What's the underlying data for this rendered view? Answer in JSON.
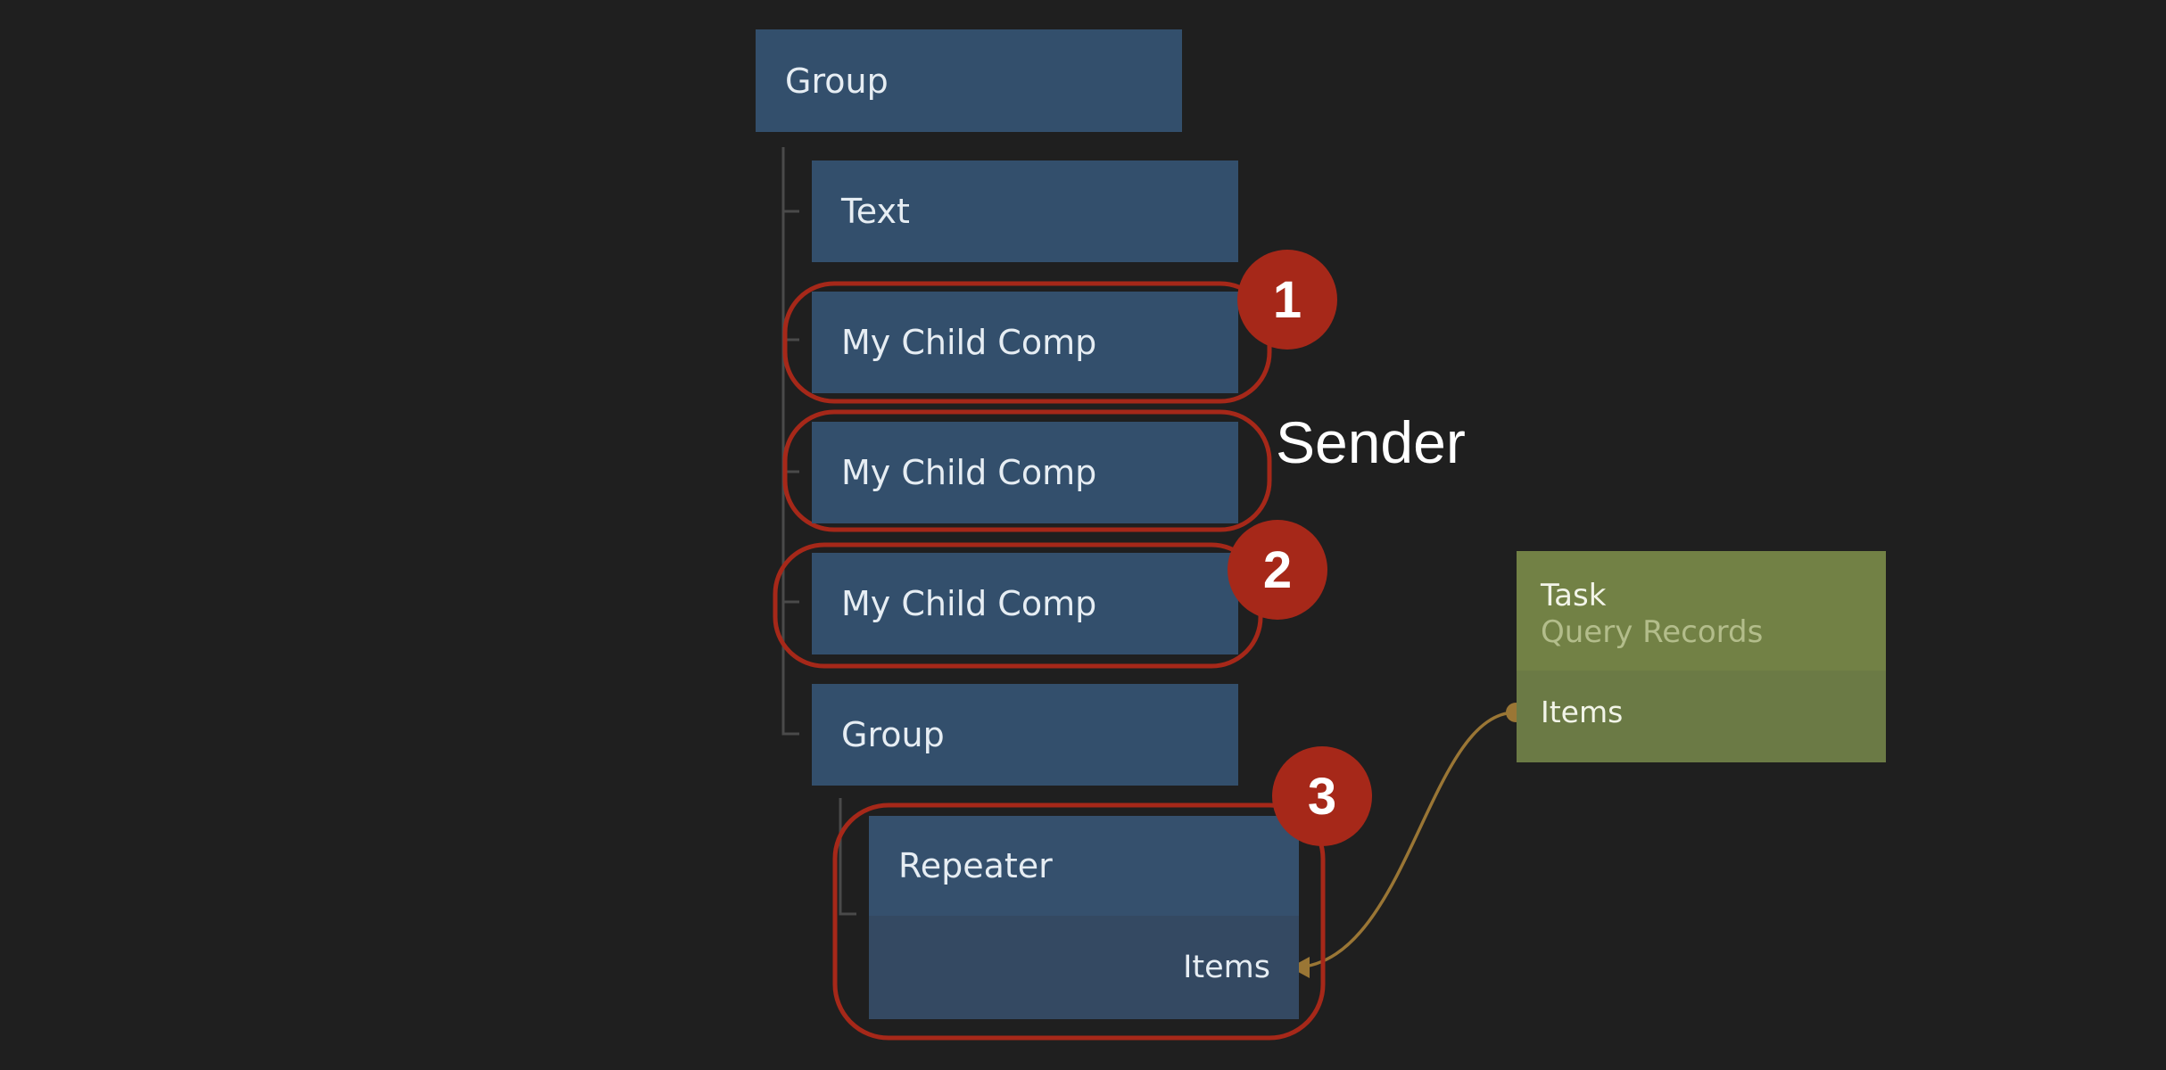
{
  "nodes": {
    "group_root": "Group",
    "text": "Text",
    "child_comp_1": "My Child Comp",
    "child_comp_2": "My Child Comp",
    "child_comp_3": "My Child Comp",
    "group_child": "Group",
    "repeater": {
      "title": "Repeater",
      "port": "Items"
    }
  },
  "task_node": {
    "title": "Task",
    "subtitle": "Query Records",
    "port": "Items"
  },
  "annotations": {
    "badge_1": "1",
    "badge_2": "2",
    "badge_3": "3",
    "sender_label": "Sender"
  },
  "colors": {
    "node_blue": "#334f6c",
    "task_green": "#728145",
    "highlight_red": "#a62819",
    "connection_gold": "#9a7635"
  }
}
